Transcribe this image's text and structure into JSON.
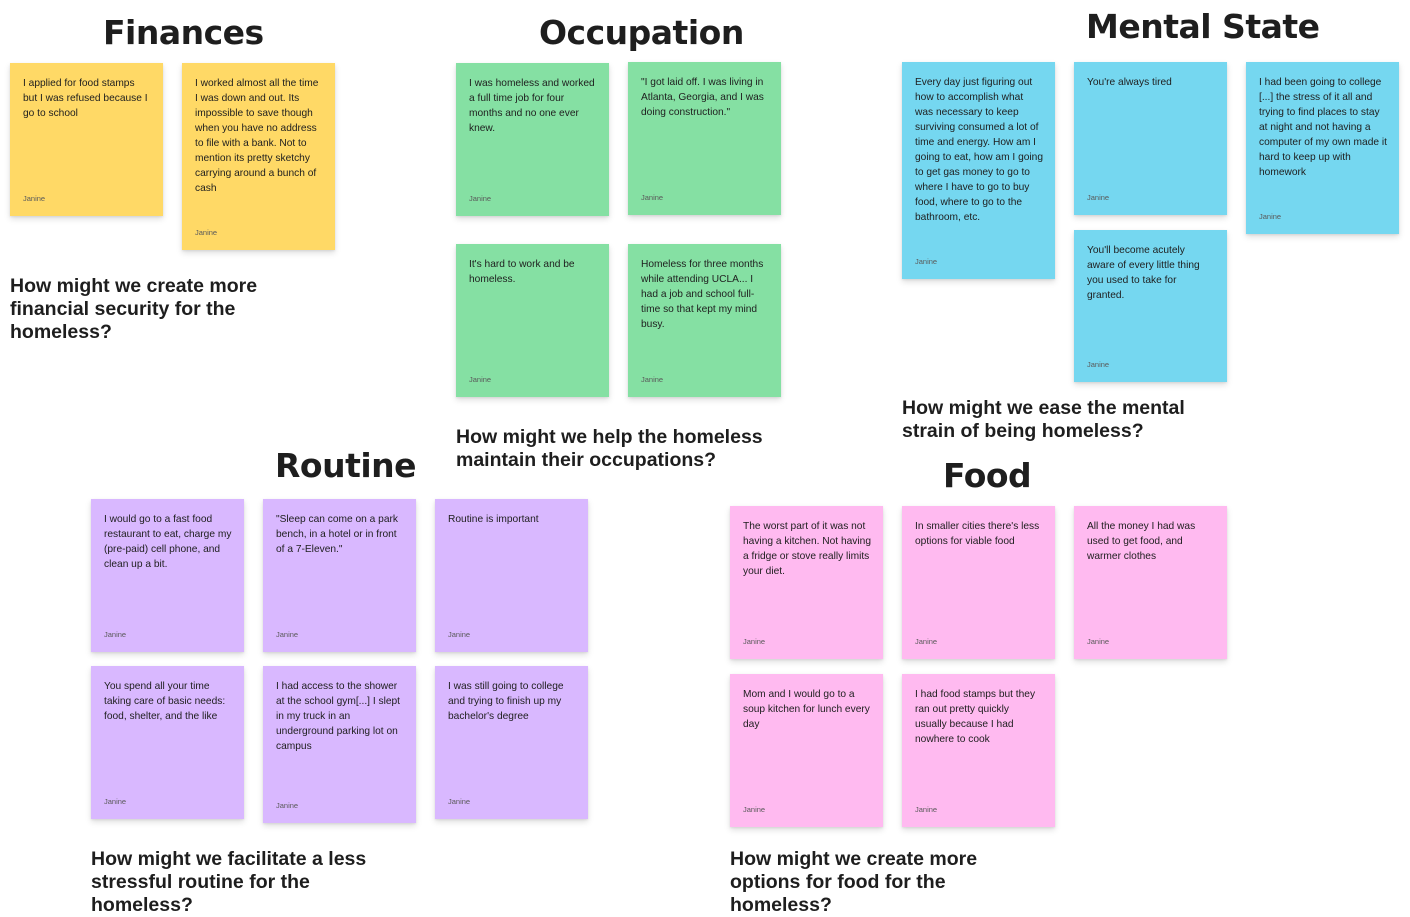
{
  "finances": {
    "heading": "Finances",
    "question": "How might we create more financial security for the homeless?",
    "notes": [
      {
        "text": "I applied for food stamps but I was refused because I go to school",
        "author": "Janine"
      },
      {
        "text": "I worked almost all the time I was down and out. Its impossible to save though when you have no address to file with a bank. Not to mention its pretty sketchy carrying around a bunch of cash",
        "author": "Janine"
      }
    ]
  },
  "occupation": {
    "heading": "Occupation",
    "question": "How might we help the homeless maintain their occupations?",
    "notes": [
      {
        "text": "I was homeless and worked a full time job for four months and no one ever knew.",
        "author": "Janine"
      },
      {
        "text": "\"I got laid off. I was living in Atlanta, Georgia, and I was doing construction.\"",
        "author": "Janine"
      },
      {
        "text": "It's hard to work and be homeless.",
        "author": "Janine"
      },
      {
        "text": "Homeless for three months while attending UCLA... I had a job and school full-time so that kept my mind busy.",
        "author": "Janine"
      }
    ]
  },
  "mental_state": {
    "heading": "Mental State",
    "question": "How might we ease the mental strain of being homeless?",
    "notes": [
      {
        "text": "Every day just figuring out how to accomplish what was necessary to keep surviving consumed a lot of time and energy. How am I going to eat, how am I going to get gas money to go to where I have to go to buy food, where to go to the bathroom, etc.",
        "author": "Janine"
      },
      {
        "text": "You're always tired",
        "author": "Janine"
      },
      {
        "text": "I had been going to college [...] the stress of it all and trying to find places to stay at night and not having a computer of my own made it hard to keep up with homework",
        "author": "Janine"
      },
      {
        "text": "You'll become acutely aware of every little thing you used to take for granted.",
        "author": "Janine"
      }
    ]
  },
  "routine": {
    "heading": "Routine",
    "question": "How might we facilitate a less stressful routine for the homeless?",
    "notes": [
      {
        "text": "I would go to a fast food restaurant to eat, charge my (pre-paid) cell phone, and clean up a bit.",
        "author": "Janine"
      },
      {
        "text": "\"Sleep can come on a park bench, in a hotel or in front of a 7-Eleven.\"",
        "author": "Janine"
      },
      {
        "text": "Routine is important",
        "author": "Janine"
      },
      {
        "text": "You spend all your time taking care of basic needs: food, shelter, and the like",
        "author": "Janine"
      },
      {
        "text": "I had access to the shower at the school gym[...] I slept in my truck in an underground parking lot on campus",
        "author": "Janine"
      },
      {
        "text": "I was still going to college and trying to finish up my bachelor's degree",
        "author": "Janine"
      }
    ]
  },
  "food": {
    "heading": "Food",
    "question": "How might we create more options for food for the homeless?",
    "notes": [
      {
        "text": "The worst part of it was not having a kitchen. Not having a fridge or stove really limits your diet.",
        "author": "Janine"
      },
      {
        "text": "In smaller cities there's less options for viable food",
        "author": "Janine"
      },
      {
        "text": "All the money I had was used to get food, and warmer clothes",
        "author": "Janine"
      },
      {
        "text": "Mom and I would go to a soup kitchen for lunch every day",
        "author": "Janine"
      },
      {
        "text": "I had food stamps but they ran out pretty quickly usually because I had nowhere to cook",
        "author": "Janine"
      }
    ]
  },
  "colors": {
    "yellow": "#ffd966",
    "green": "#85e0a3",
    "blue": "#75d7f0",
    "purple": "#d9b8ff",
    "pink": "#ffbaf0"
  }
}
